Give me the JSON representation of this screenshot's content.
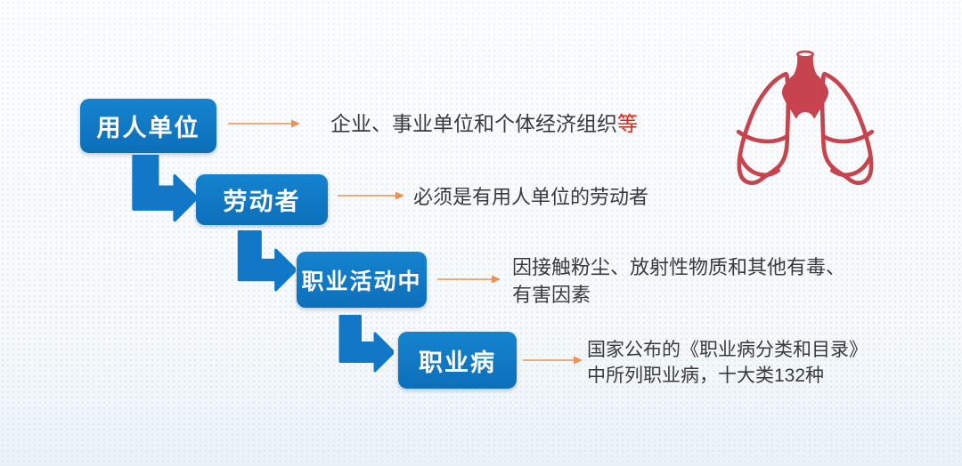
{
  "slide": {
    "background_color": "#f7fafc",
    "box_color": "#0f75c1",
    "connector_color": "#efa066",
    "text_color": "#3a3a3a",
    "highlight_color": "#e02417",
    "lungs_color": "#c7434e"
  },
  "icons": {
    "lungs": "lungs-icon",
    "elbow": "elbow-arrow-icon",
    "connector": "connector-arrow-icon"
  },
  "flow": {
    "steps": [
      {
        "label": "用人单位",
        "desc_lines": [
          "企业、事业单位和个体经济组织"
        ],
        "desc_highlight": "等"
      },
      {
        "label": "劳动者",
        "desc_lines": [
          "必须是有用人单位的劳动者"
        ],
        "desc_highlight": ""
      },
      {
        "label": "职业活动中",
        "desc_lines": [
          "因接触粉尘、放射性物质和其他有毒、",
          "有害因素"
        ],
        "desc_highlight": ""
      },
      {
        "label": "职业病",
        "desc_lines": [
          "国家公布的《职业病分类和目录》",
          "中所列职业病，十大类132种"
        ],
        "desc_highlight": ""
      }
    ]
  }
}
